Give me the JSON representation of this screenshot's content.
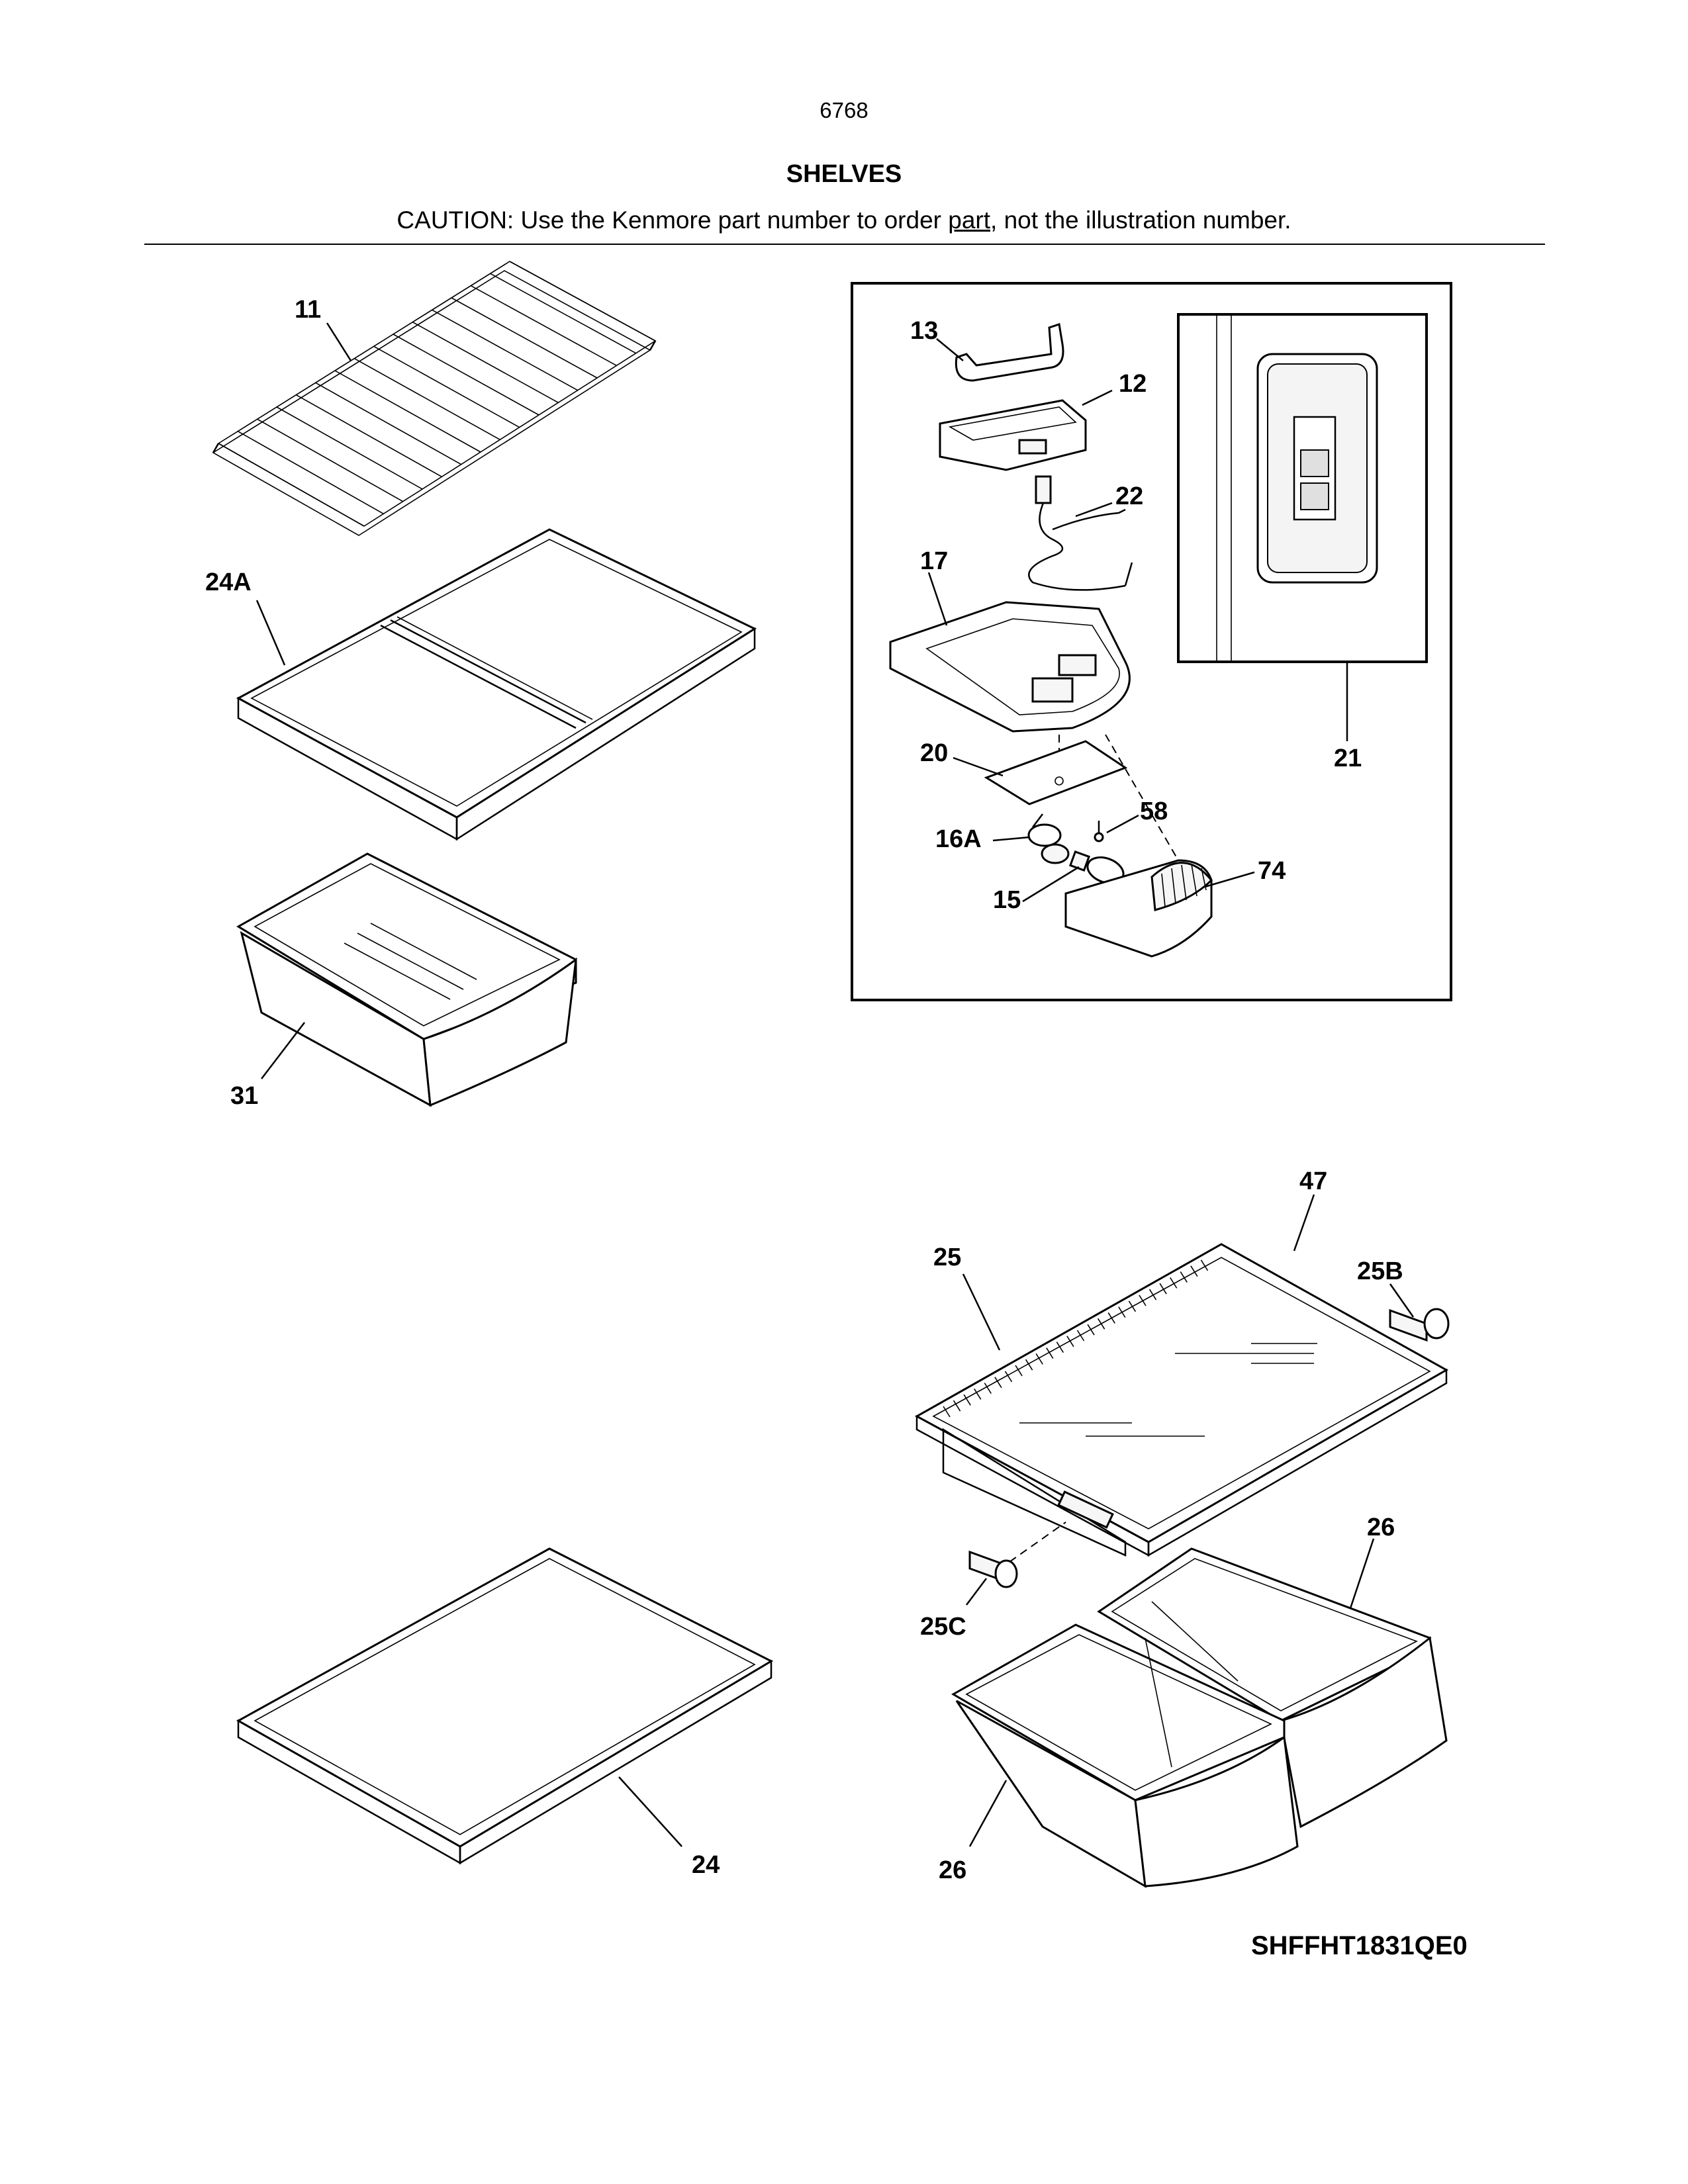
{
  "page_number": "6768",
  "title": "SHELVES",
  "caution": {
    "before": "CAUTION: Use the Kenmore part number to order ",
    "underlined": "part",
    "after": ", not the illustration number."
  },
  "callouts": {
    "p11": "11",
    "p24A": "24A",
    "p31": "31",
    "p13": "13",
    "p12": "12",
    "p22": "22",
    "p17": "17",
    "p20": "20",
    "p58": "58",
    "p16A": "16A",
    "p15": "15",
    "p74": "74",
    "p21": "21",
    "p47": "47",
    "p25": "25",
    "p25B": "25B",
    "p25C": "25C",
    "p26a": "26",
    "p26b": "26",
    "p24": "24"
  },
  "model_number": "SHFFHT1831QE0"
}
